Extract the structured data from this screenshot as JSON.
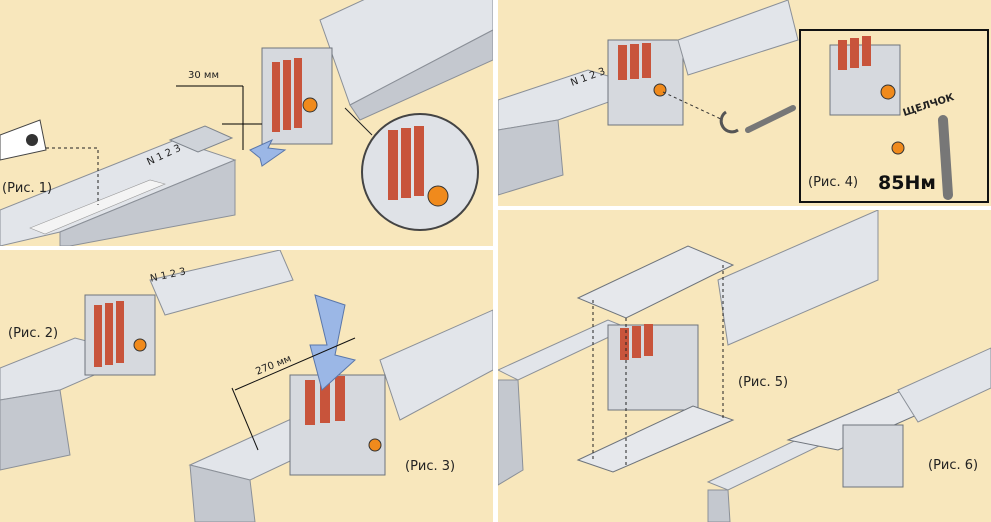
{
  "colors": {
    "panel_bg": "#f8e7bc",
    "busbar_gray": "#d8dbe0",
    "busbar_dark": "#a9aeb6",
    "copper": "#c8543b",
    "accent_orange": "#f08a1c",
    "arrow_blue": "#9bb7e6"
  },
  "panel1": {
    "fig_label": "(Рис. 1)",
    "dimension": "30 мм",
    "phase_marks": "N 1 2 3"
  },
  "panel2": {
    "fig_label_left": "(Рис. 2)",
    "fig_label_right": "(Рис. 3)",
    "dimension": "270 мм",
    "phase_marks": "N 1 2 3"
  },
  "panel3": {
    "fig_label": "(Рис. 4)",
    "torque": "85Нм",
    "click_text": "ЩЕЛЧОК",
    "phase_marks": "N 1 2 3"
  },
  "panel4": {
    "fig_label_top": "(Рис. 5)",
    "fig_label_bottom": "(Рис. 6)"
  }
}
